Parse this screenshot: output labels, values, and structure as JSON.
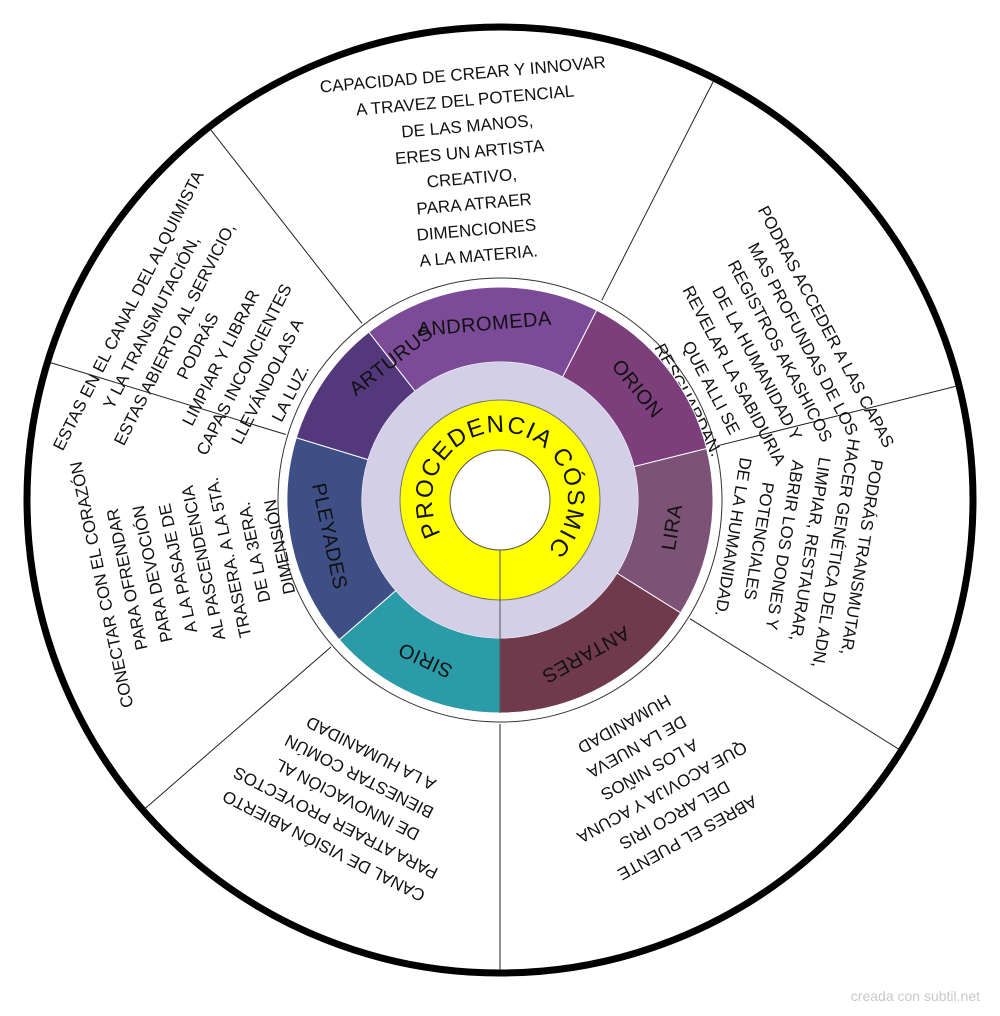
{
  "center": {
    "title": "PROCEDENCIA CÓSMICA",
    "fill": "#ffff00",
    "ring_fill": "#d2cfe6"
  },
  "segments": [
    {
      "id": "andromeda",
      "name": "ANDROMEDA",
      "color": "#7c4b98",
      "text": [
        "CAPACIDAD DE CREAR Y INNOVAR",
        "A TRAVEZ DEL POTENCIAL",
        "DE LAS MANOS,",
        "ERES UN ARTISTA",
        "CREATIVO,",
        "PARA ATRAER",
        "DIMENCIONES",
        "A LA MATERIA."
      ]
    },
    {
      "id": "orion",
      "name": "ORION",
      "color": "#7c3f7c",
      "text": [
        "PODRAS ACCEDER A LAS CAPAS",
        "MAS PROFUNDAS DE LOS",
        "REGISTROS AKASHICOS",
        "DE LA HUMANIDAD Y",
        "REVELAR LA SABIDURIA",
        "QUE ALLI SE",
        "RESGUARDAN."
      ]
    },
    {
      "id": "lira",
      "name": "LIRA",
      "color": "#7d5277",
      "text": [
        "PODRÁS TRANSMUTAR,",
        "HACER GENÉTICA DEL ADN,",
        "LIMPIAR, RESTAURAR,",
        "ABRIR LOS DONES Y",
        "POTENCIALES",
        "DE LA HUMANIDAD."
      ]
    },
    {
      "id": "antares",
      "name": "ANTARES",
      "color": "#6e3a4c",
      "text": [
        "ABRES EL PUENTE",
        "DEL ARCO IRIS",
        "QUE ACOVIJA Y ACUNA",
        "A LOS NIÑOS",
        "DE LA NUEVA",
        "HUMANIDAD"
      ]
    },
    {
      "id": "sirio",
      "name": "SIRIO",
      "color": "#2b9ba7",
      "text": [
        "CANAL DE VISIÓN ABIERTO",
        "PARA ATRAER PROYECTOS",
        "DE INNOVACIÓN AL",
        "BIENESTAR COMÚN",
        "A LA HUMANIDAD"
      ]
    },
    {
      "id": "pleyades",
      "name": "PLEYADES",
      "color": "#3e4f86",
      "text": [
        "CONECTAR CON EL CORAZÓN",
        "PARA OFRENDAR",
        "PARA DEVOCIÓN",
        "A LA PASAJE DE",
        "AL PASCENDENCIA",
        "TRASERA.  A LA 5TA.",
        "DE LA 3ERA.",
        "DIMENSIÓN"
      ]
    },
    {
      "id": "arturus",
      "name": "ARTURUS",
      "color": "#54387c",
      "text": [
        "ESTAS EN EL CANAL DEL ALQUIMISTA",
        "Y LA TRANSMUTACIÓN,",
        "ESTAS ABIERTO AL SERVICIO,",
        "PODRÁS",
        "LIMPIAR Y LIBRAR",
        "CAPAS INCONCIENTES",
        "LLEVÁNDOLAS A",
        "LA LUZ."
      ]
    }
  ],
  "footer": {
    "credit": "creada con subtil.net"
  }
}
